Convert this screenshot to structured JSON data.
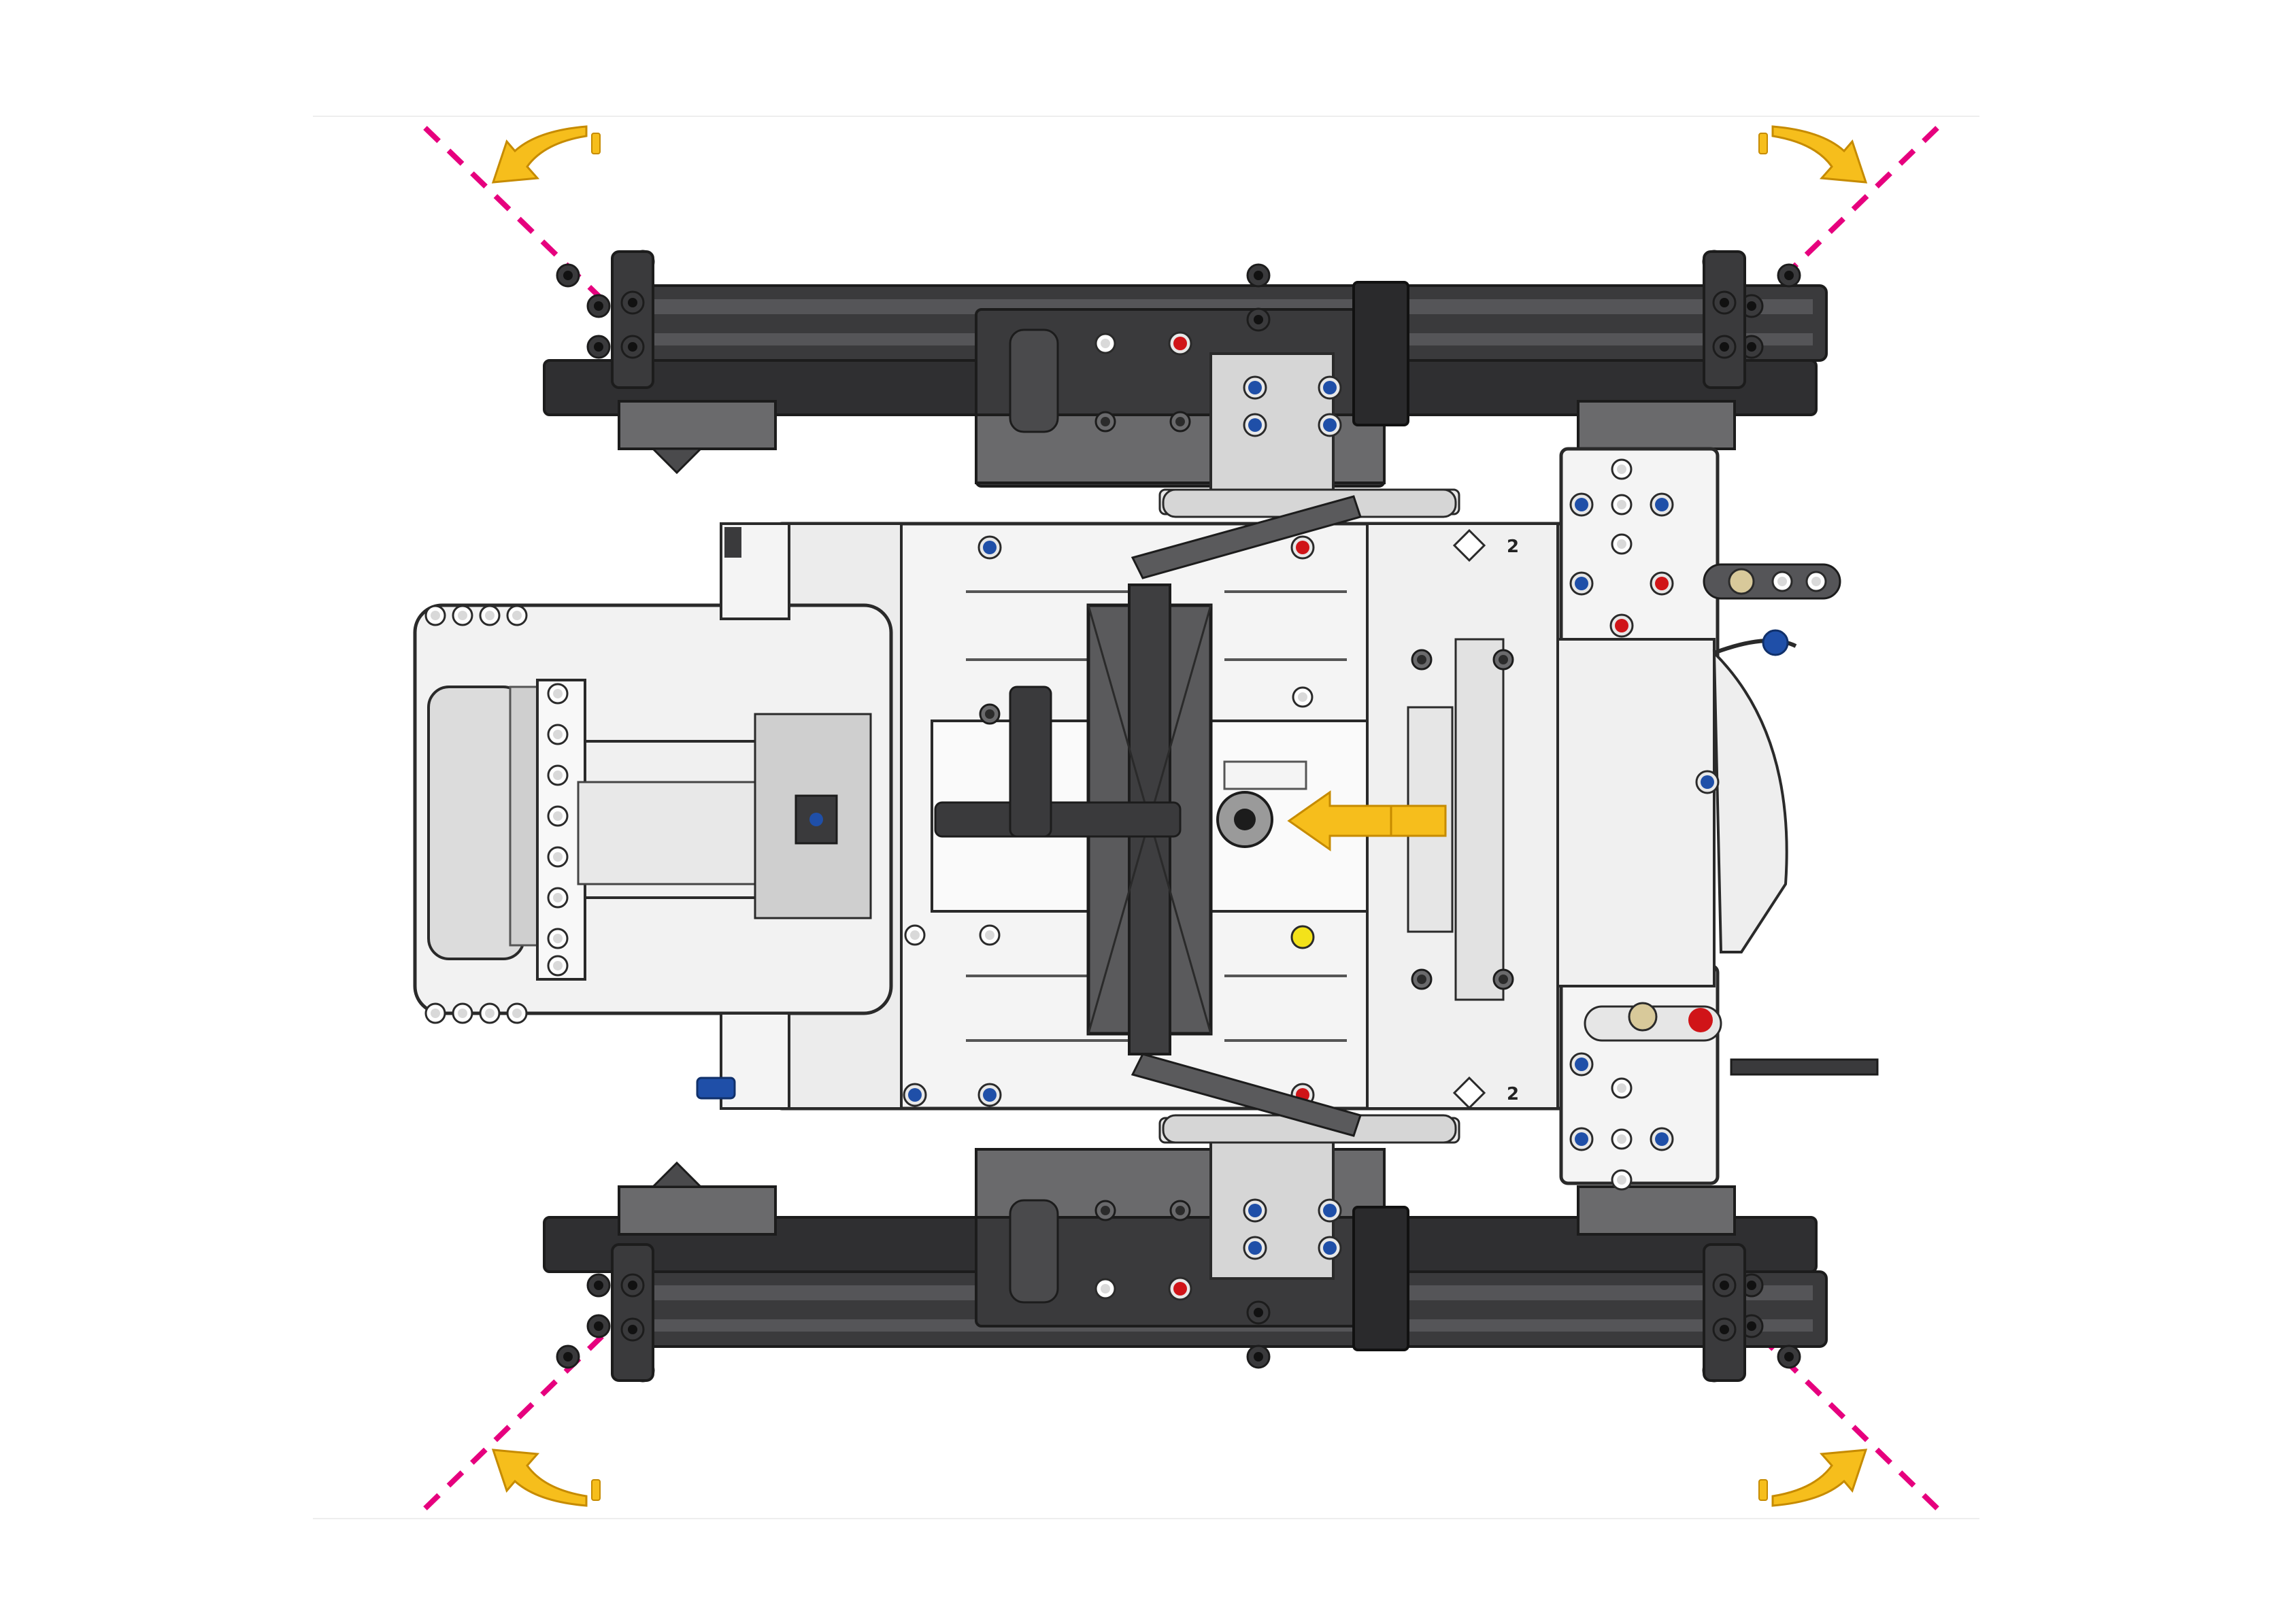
{
  "colors": {
    "background": "#ffffff",
    "dashed_axis": "#e6007e",
    "rotation_arrow": "#f6be1c",
    "push_arrow": "#f6be1c",
    "beam_dark": "#3a3a3c",
    "beam_mid": "#555558",
    "beam_light": "#8a8a8c",
    "panel_white": "#f4f4f4",
    "outline": "#2a2a2a",
    "pin_blue": "#1f4fa8",
    "pin_red": "#d01418",
    "pin_yellow": "#f3e21a",
    "tan": "#d8c99a"
  },
  "icons": {
    "rotation": "curved-rotation-arrow-icon",
    "push": "straight-push-arrow-icon",
    "axis": "dashed-diagonal-axis-line"
  },
  "labels": {
    "step_number_top": "2",
    "step_number_bottom": "2"
  }
}
